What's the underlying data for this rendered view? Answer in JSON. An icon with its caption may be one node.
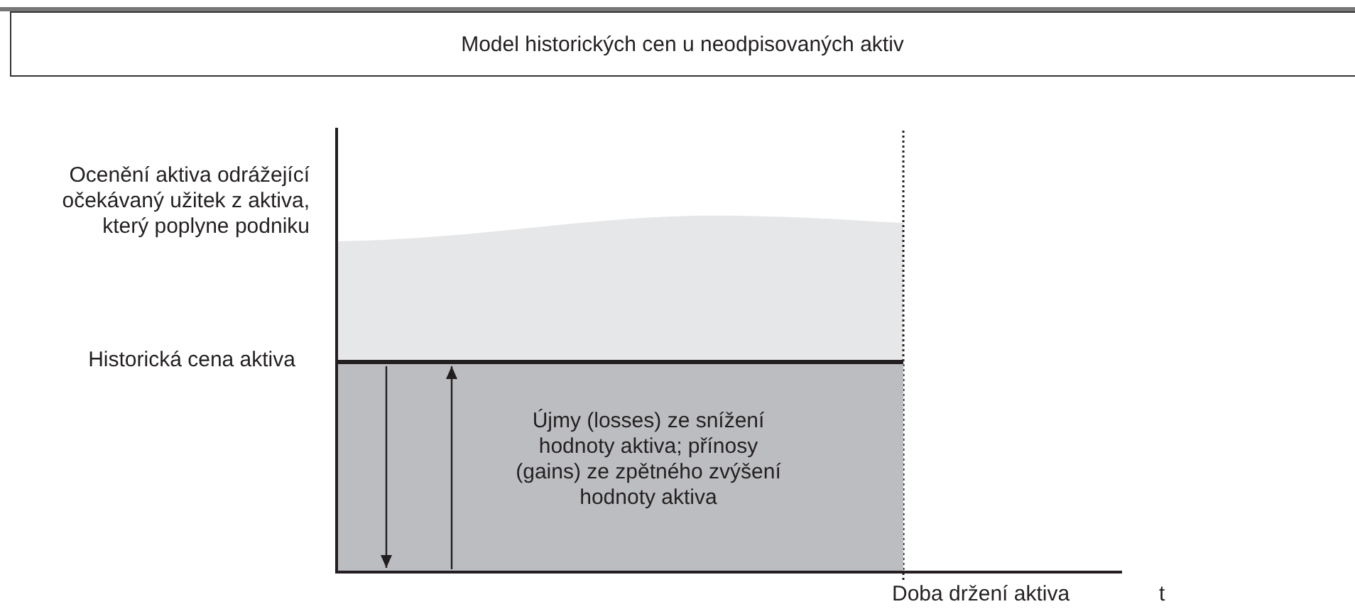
{
  "diagram": {
    "nodes": [
      {
        "text": [
          "Model historických cen u neodpisovaných aktiv"
        ]
      },
      {
        "text": [
          "Újmy (losses) ze snížení hodnoty aktiva; přínosy (gains) ze zpětného zvýšení hodnoty aktiva"
        ]
      }
    ],
    "labels": [
      "Ocenění aktiva odrážející očekávaný užitek z aktiva, který poplyne podniku",
      "Historická cena aktiva",
      "Doba držení aktiva",
      "t"
    ]
  }
}
